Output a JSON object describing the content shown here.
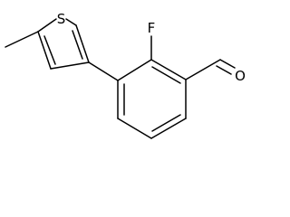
{
  "molecule": {
    "atoms": {
      "sulfur": "S",
      "fluorine": "F",
      "oxygen": "O"
    }
  },
  "colors": {
    "bond": "#000000",
    "background": "#ffffff"
  }
}
